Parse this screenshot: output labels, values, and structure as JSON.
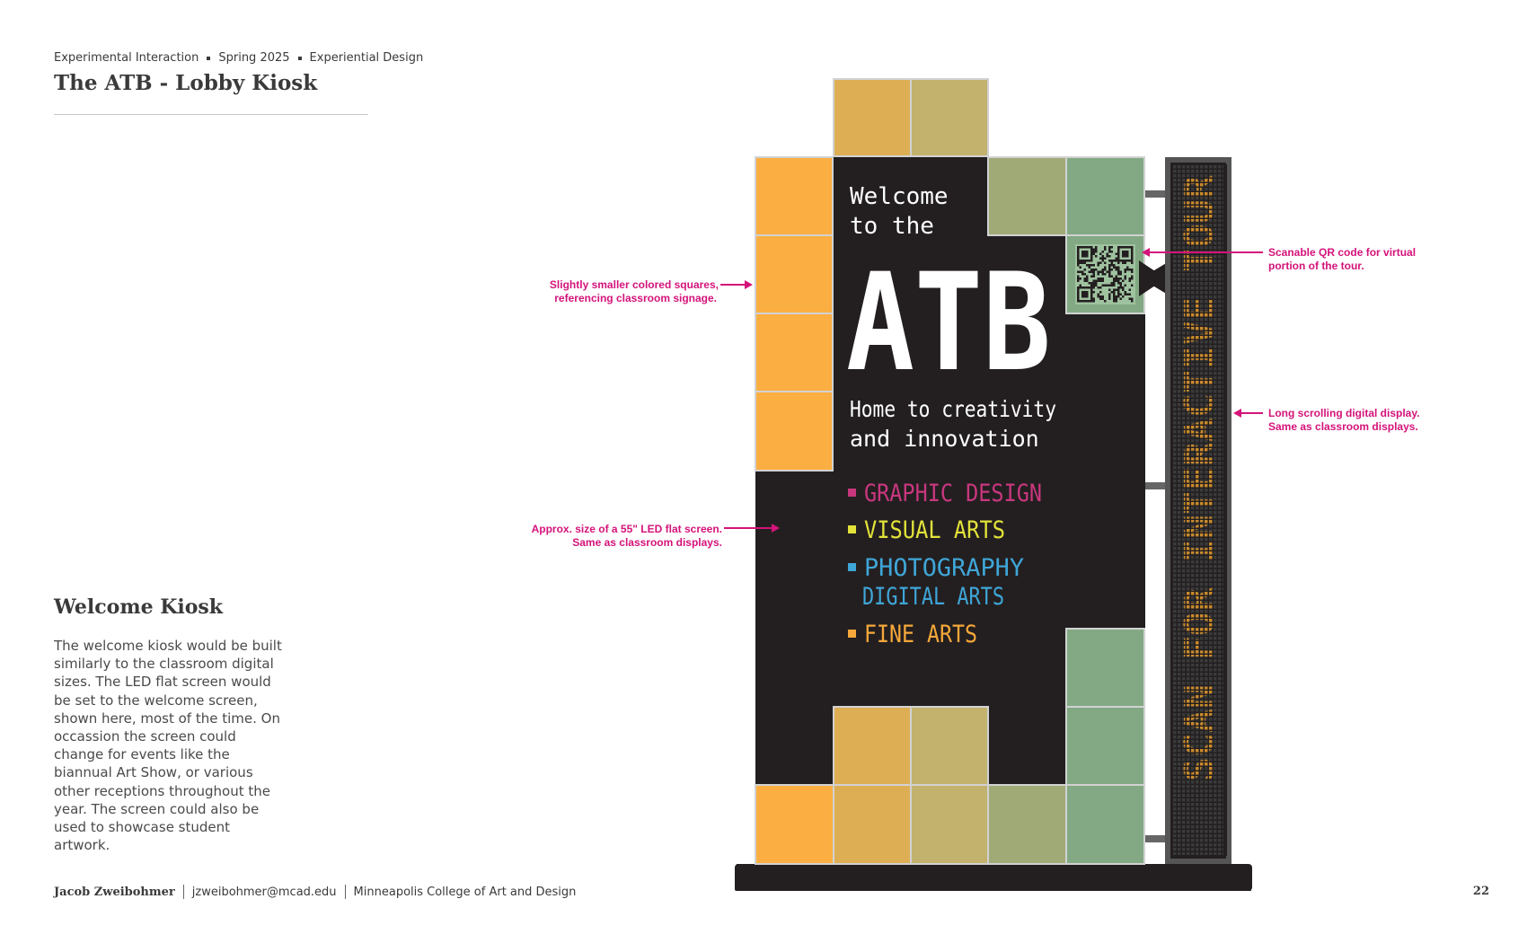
{
  "header": {
    "breadcrumb": [
      "Experimental Interaction",
      "Spring 2025",
      "Experiential Design"
    ],
    "title": "The ATB - Lobby Kiosk"
  },
  "section": {
    "title": "Welcome Kiosk",
    "body": "The welcome kiosk would be built similarly to the classroom digital sizes. The LED flat screen would be set to the welcome screen, shown here, most of the time. On occassion the screen could change for events like the biannual Art Show, or various other receptions throughout the year. The screen could also be used to showcase student artwork."
  },
  "kiosk": {
    "screen": {
      "welcome_line1": "Welcome",
      "welcome_line2": "to the",
      "logo": "ATB",
      "tagline_line1": "Home to creativity",
      "tagline_line2": "and innovation",
      "programs": [
        {
          "line1": "GRAPHIC DESIGN",
          "line2": "",
          "color": "#c8377e"
        },
        {
          "line1": "VISUAL ARTS",
          "line2": "",
          "color": "#e2e23a"
        },
        {
          "line1": "PHOTOGRAPHY",
          "line2": "DIGITAL ARTS",
          "color": "#3fa6d8"
        },
        {
          "line1": "FINE ARTS",
          "line2": "",
          "color": "#f6a83a"
        }
      ]
    },
    "led_display_text": "SCAN FOR INTERACTIVE TOUR",
    "colors": {
      "orange": "#fbae42",
      "mustard": "#deae55",
      "khaki": "#c3b26e",
      "sage": "#a0aa77",
      "green": "#82a983",
      "screen": "#231f20",
      "annotation": "#d4137a"
    }
  },
  "annotations": {
    "squares": [
      "Slightly smaller colored squares,",
      "referencing classroom signage."
    ],
    "screen": [
      "Approx. size of a 55\" LED flat screen.",
      "Same as classroom displays."
    ],
    "qr": [
      "Scanable QR code for virtual",
      "portion of the tour."
    ],
    "led": [
      "Long scrolling digital display.",
      "Same as classroom displays."
    ]
  },
  "footer": {
    "author": "Jacob Zweibohmer",
    "email": "jzweibohmer@mcad.edu",
    "school": "Minneapolis College of Art and Design",
    "page": "22"
  }
}
